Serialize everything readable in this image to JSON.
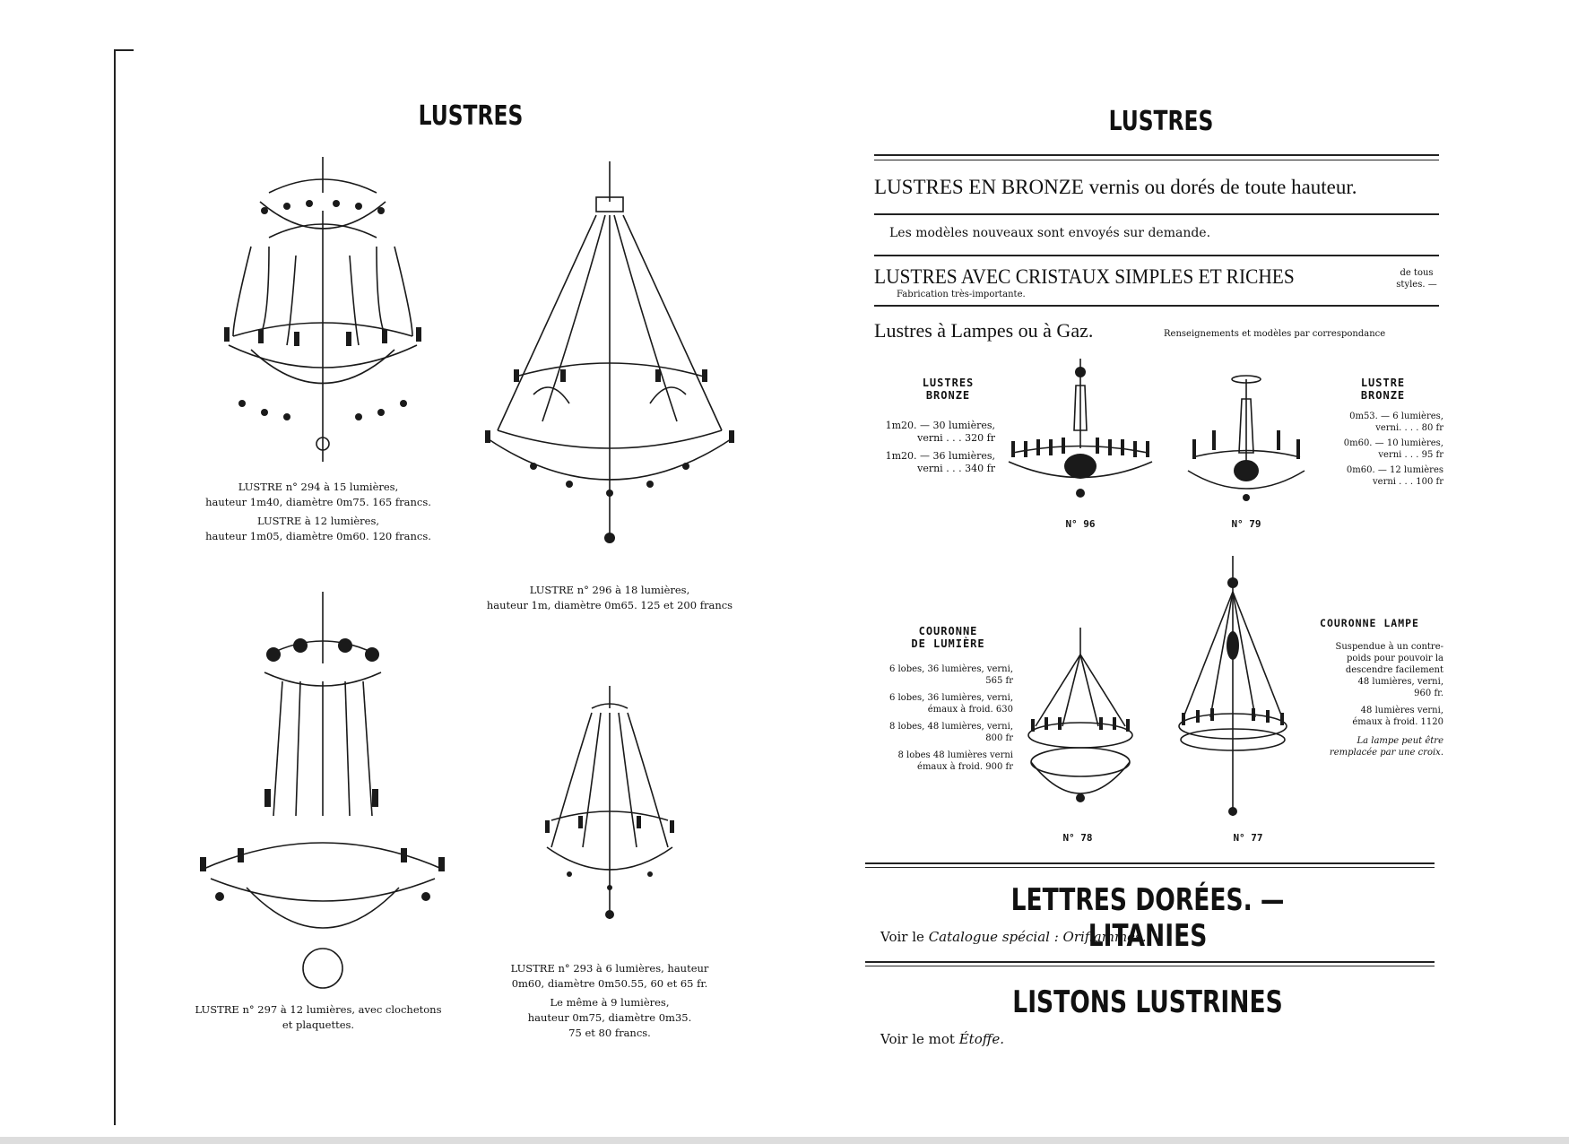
{
  "left_page": {
    "title": "LUSTRES",
    "items": [
      {
        "line1": "LUSTRE n° 294 à 15 lumières,",
        "line2": "hauteur 1m40, diamètre 0m75. 165 francs.",
        "line3": "LUSTRE à 12 lumières,",
        "line4": "hauteur 1m05, diamètre 0m60. 120 francs."
      },
      {
        "line1": "LUSTRE n° 296 à 18 lumières,",
        "line2": "hauteur 1m, diamètre 0m65. 125 et 200 francs"
      },
      {
        "line1": "LUSTRE n° 297 à 12 lumières, avec clochetons",
        "line2": "et plaquettes."
      },
      {
        "line1": "LUSTRE n° 293 à 6 lumières, hauteur",
        "line2": "0m60, diamètre 0m50.55, 60 et 65 fr.",
        "line3": "Le même à 9 lumières,",
        "line4": "hauteur 0m75, diamètre 0m35.",
        "line5": "75 et 80 francs."
      }
    ]
  },
  "right_page": {
    "title": "LUSTRES",
    "bronze_heading": "LUSTRES EN BRONZE vernis ou dorés de toute hauteur.",
    "bronze_note": "Les modèles nouveaux sont envoyés sur demande.",
    "cristaux_heading": "LUSTRES AVEC CRISTAUX SIMPLES ET RICHES",
    "cristaux_side": "de tous styles. —",
    "cristaux_note": "Fabrication très-importante.",
    "lampes_heading": "Lustres à Lampes ou à Gaz.",
    "lampes_note": "Renseignements et modèles par correspondance",
    "bronze_left": {
      "label1": "LUSTRES",
      "label2": "BRONZE",
      "price1a": "1m20. — 30 lumières,",
      "price1b": "verni . . . 320 fr",
      "price2a": "1m20. — 36 lumières,",
      "price2b": "verni . . . 340 fr",
      "number": "N° 96"
    },
    "bronze_right": {
      "label1": "LUSTRE",
      "label2": "BRONZE",
      "p1a": "0m53. — 6 lumières,",
      "p1b": "verni. . . . 80 fr",
      "p2a": "0m60. — 10 lumières,",
      "p2b": "verni . . . 95 fr",
      "p3a": "0m60. — 12 lumières",
      "p3b": "verni . . . 100 fr",
      "number": "N° 79"
    },
    "couronne_lumiere": {
      "label1": "COURONNE",
      "label2": "DE LUMIÈRE",
      "p1a": "6 lobes, 36 lumières, verni,",
      "p1b": "565 fr",
      "p2a": "6 lobes, 36 lumières, verni,",
      "p2b": "émaux à froid. 630",
      "p3a": "8 lobes, 48 lumières, verni,",
      "p3b": "800 fr",
      "p4a": "8 lobes 48 lumières verni",
      "p4b": "émaux à froid. 900 fr",
      "number": "N° 78"
    },
    "couronne_lampe": {
      "label": "COURONNE LAMPE",
      "d1": "Suspendue à un contre-",
      "d2": "poids pour pouvoir la",
      "d3": "descendre facilement",
      "d4": "48 lumières, verni,",
      "d5": "960 fr.",
      "d6": "48 lumières verni,",
      "d7": "émaux à froid. 1120",
      "d8": "La lampe peut être",
      "d9": "remplacée par une croix.",
      "number": "N° 77"
    },
    "lettres_heading": "LETTRES DORÉES. — LITANIES",
    "lettres_note_prefix": "Voir le",
    "lettres_note_italic": "Catalogue spécial : Oriflammes.",
    "listons_heading": "LISTONS LUSTRINES",
    "listons_note_prefix": "Voir le mot",
    "listons_note_italic": "Étoffe."
  }
}
